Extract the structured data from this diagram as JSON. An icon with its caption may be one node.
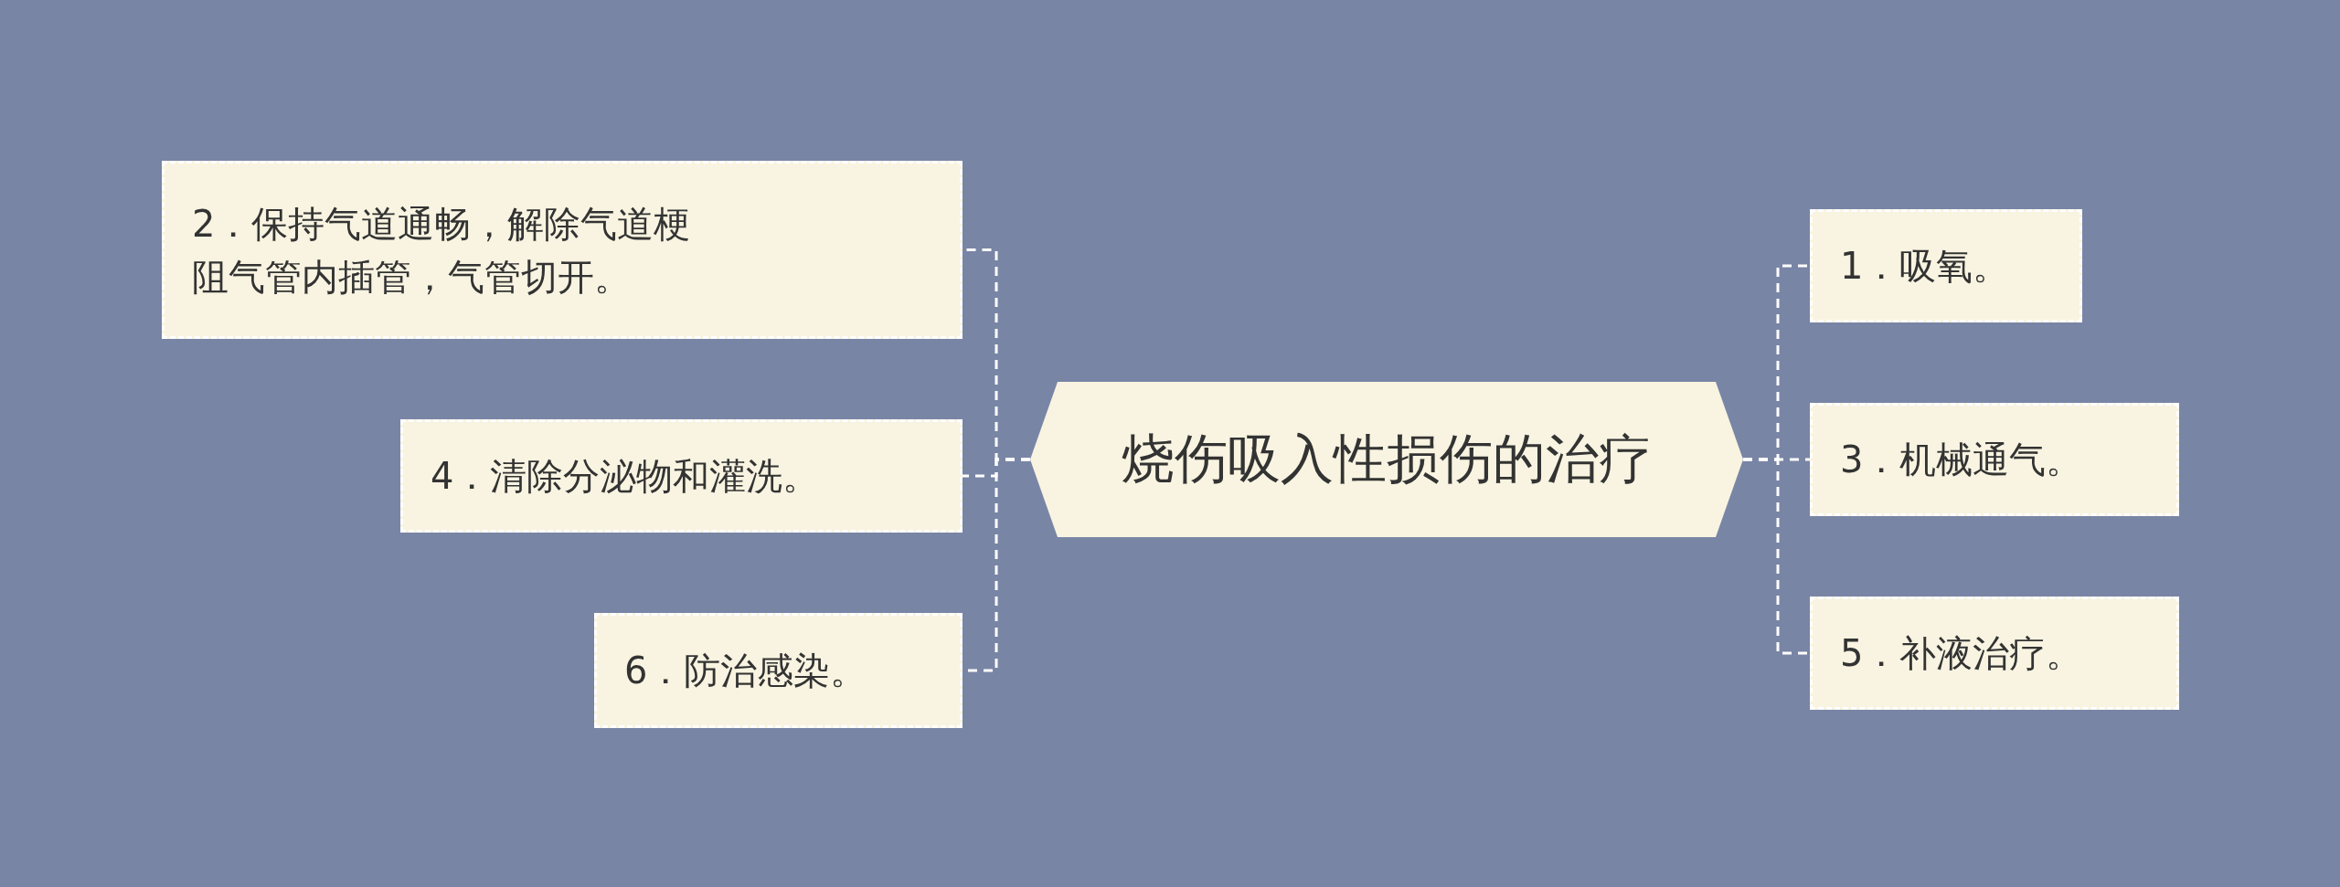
{
  "diagram": {
    "nodes": [
      {
        "text": [
          "烧伤吸入性损伤的治疗"
        ]
      },
      {
        "text": [
          "1．吸氧。"
        ]
      },
      {
        "text": [
          "2．保持气道通畅，解除气道梗阻气管内插管，气管切开。"
        ]
      },
      {
        "text": [
          "3．机械通气。"
        ]
      },
      {
        "text": [
          "4．清除分泌物和灌洗。"
        ]
      },
      {
        "text": [
          "5．补液治疗。"
        ]
      },
      {
        "text": [
          "6．防治感染。"
        ]
      }
    ],
    "edges": [
      {
        "from": 0,
        "to": 1,
        "arrow": "none",
        "style": "dashed"
      },
      {
        "from": 0,
        "to": 2,
        "arrow": "none",
        "style": "dashed"
      },
      {
        "from": 0,
        "to": 3,
        "arrow": "none",
        "style": "dashed"
      },
      {
        "from": 0,
        "to": 4,
        "arrow": "none",
        "style": "dashed"
      },
      {
        "from": 0,
        "to": 5,
        "arrow": "none",
        "style": "dashed"
      },
      {
        "from": 0,
        "to": 6,
        "arrow": "none",
        "style": "dashed"
      }
    ]
  }
}
